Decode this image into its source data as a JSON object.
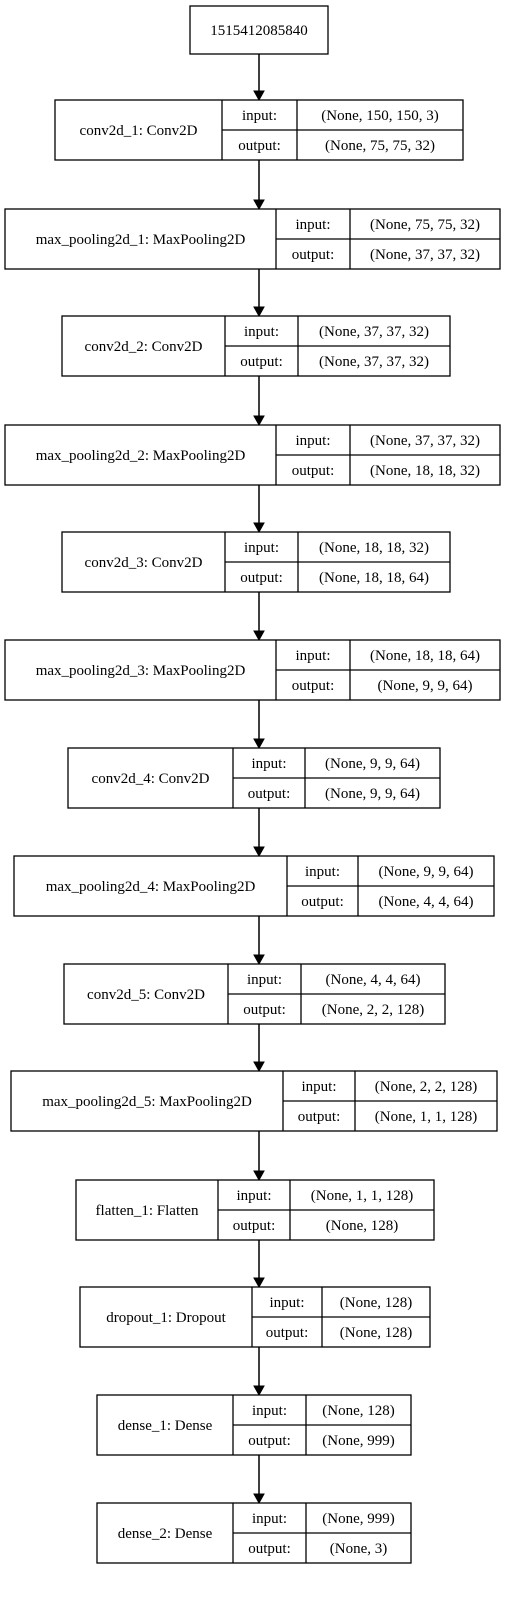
{
  "root": {
    "label": "1515412085840"
  },
  "io_labels": {
    "input": "input:",
    "output": "output:"
  },
  "layers": [
    {
      "name": "conv2d_1: Conv2D",
      "input": "(None, 150, 150, 3)",
      "output": "(None, 75, 75, 32)"
    },
    {
      "name": "max_pooling2d_1: MaxPooling2D",
      "input": "(None, 75, 75, 32)",
      "output": "(None, 37, 37, 32)"
    },
    {
      "name": "conv2d_2: Conv2D",
      "input": "(None, 37, 37, 32)",
      "output": "(None, 37, 37, 32)"
    },
    {
      "name": "max_pooling2d_2: MaxPooling2D",
      "input": "(None, 37, 37, 32)",
      "output": "(None, 18, 18, 32)"
    },
    {
      "name": "conv2d_3: Conv2D",
      "input": "(None, 18, 18, 32)",
      "output": "(None, 18, 18, 64)"
    },
    {
      "name": "max_pooling2d_3: MaxPooling2D",
      "input": "(None, 18, 18, 64)",
      "output": "(None, 9, 9, 64)"
    },
    {
      "name": "conv2d_4: Conv2D",
      "input": "(None, 9, 9, 64)",
      "output": "(None, 9, 9, 64)"
    },
    {
      "name": "max_pooling2d_4: MaxPooling2D",
      "input": "(None, 9, 9, 64)",
      "output": "(None, 4, 4, 64)"
    },
    {
      "name": "conv2d_5: Conv2D",
      "input": "(None, 4, 4, 64)",
      "output": "(None, 2, 2, 128)"
    },
    {
      "name": "max_pooling2d_5: MaxPooling2D",
      "input": "(None, 2, 2, 128)",
      "output": "(None, 1, 1, 128)"
    },
    {
      "name": "flatten_1: Flatten",
      "input": "(None, 1, 1, 128)",
      "output": "(None, 128)"
    },
    {
      "name": "dropout_1: Dropout",
      "input": "(None, 128)",
      "output": "(None, 128)"
    },
    {
      "name": "dense_1: Dense",
      "input": "(None, 128)",
      "output": "(None, 999)"
    },
    {
      "name": "dense_2: Dense",
      "input": "(None, 999)",
      "output": "(None, 3)"
    }
  ]
}
